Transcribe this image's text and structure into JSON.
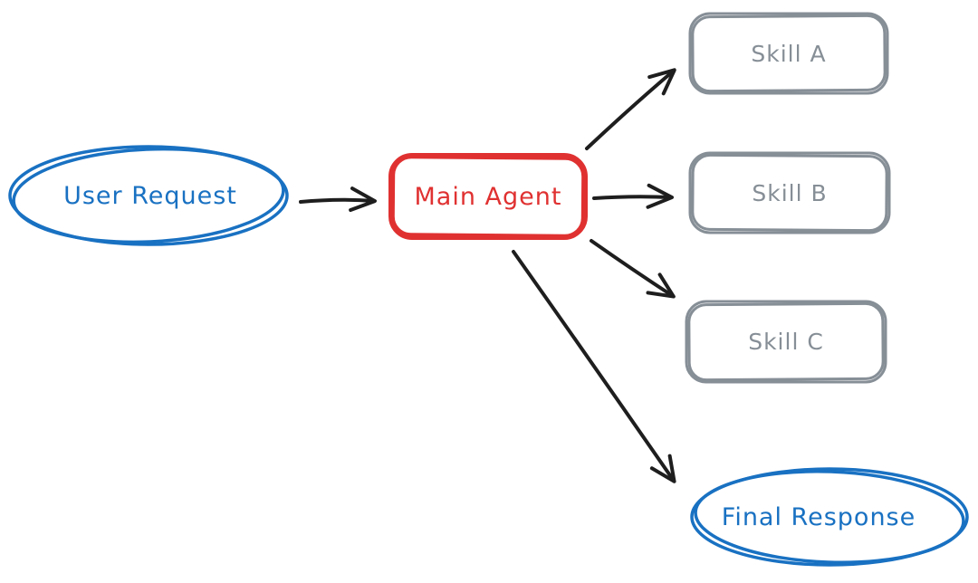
{
  "diagram": {
    "background": "#ffffff",
    "colors": {
      "blue": "#1971c2",
      "red": "#e03131",
      "gray": "#868e96",
      "black": "#1e1e1e"
    },
    "nodes": {
      "user_request": {
        "label": "User Request",
        "shape": "ellipse",
        "color": "#1971c2"
      },
      "main_agent": {
        "label": "Main Agent",
        "shape": "rounded-rectangle",
        "color": "#e03131"
      },
      "skill_a": {
        "label": "Skill A",
        "shape": "rounded-rectangle",
        "color": "#868e96"
      },
      "skill_b": {
        "label": "Skill B",
        "shape": "rounded-rectangle",
        "color": "#868e96"
      },
      "skill_c": {
        "label": "Skill C",
        "shape": "rounded-rectangle",
        "color": "#868e96"
      },
      "final_response": {
        "label": "Final Response",
        "shape": "ellipse",
        "color": "#1971c2"
      }
    },
    "edges": [
      {
        "from": "User Request",
        "to": "Main Agent"
      },
      {
        "from": "Main Agent",
        "to": "Skill A"
      },
      {
        "from": "Main Agent",
        "to": "Skill B"
      },
      {
        "from": "Main Agent",
        "to": "Skill C"
      },
      {
        "from": "Main Agent",
        "to": "Final Response"
      }
    ]
  }
}
